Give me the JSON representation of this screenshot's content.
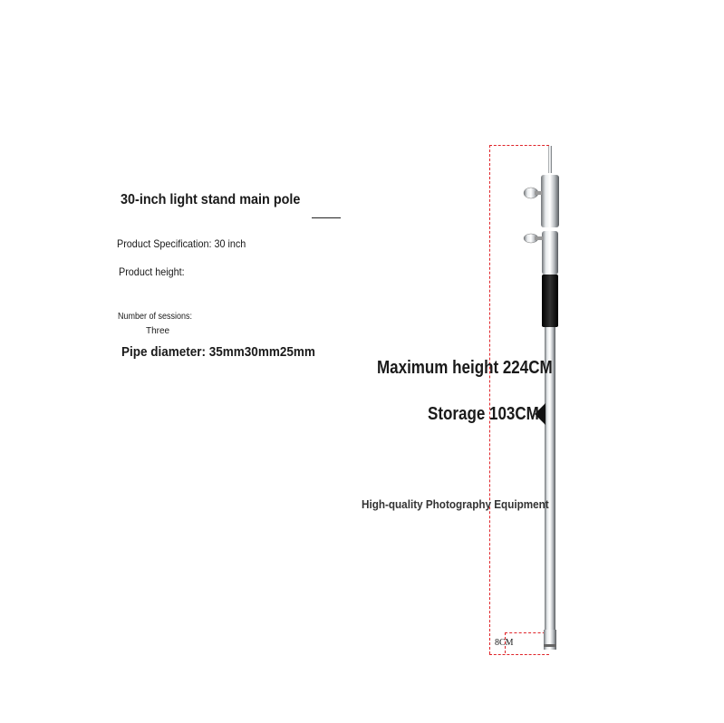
{
  "product": {
    "title": "30-inch light stand main pole",
    "specification": "Product Specification: 30 inch",
    "height_label": "Product height:",
    "sessions_label": "Number of sessions:",
    "sessions_value": "Three",
    "pipe_diameter": "Pipe diameter: 35mm30mm25mm"
  },
  "callouts": {
    "max_height": "Maximum height 224CM",
    "storage": "Storage 103CM",
    "quality": "High-quality Photography Equipment",
    "base_width": "8CM"
  },
  "colors": {
    "dimension_line": "#e0252a",
    "pole_metal": "#b8bcc0",
    "grip": "#111111"
  }
}
